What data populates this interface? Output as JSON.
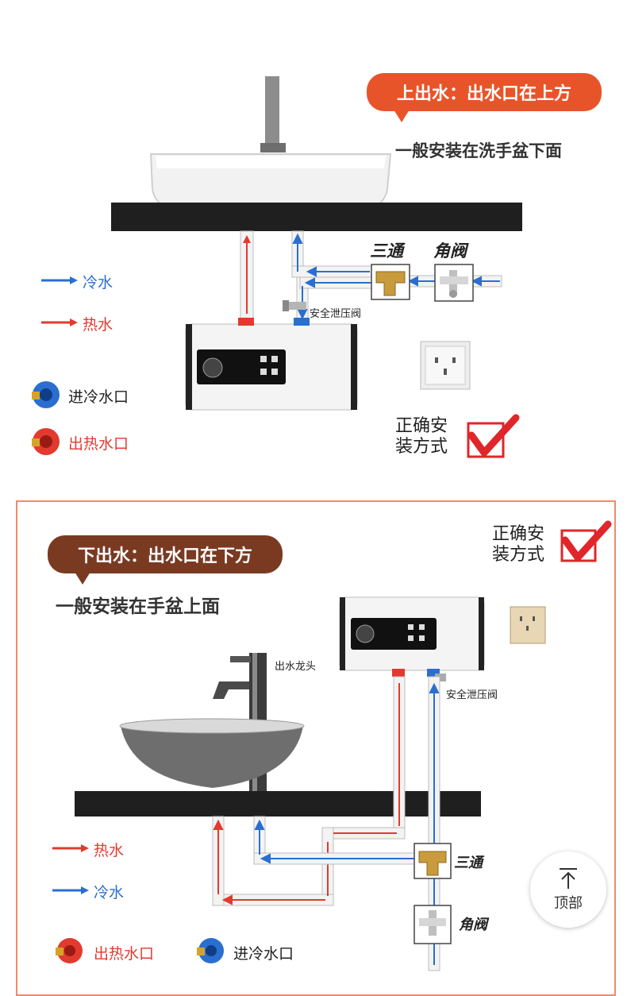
{
  "top": {
    "callout": "上出水：出水口在上方",
    "subtitle": "一般安装在洗手盆下面",
    "tee_label": "三通",
    "valve_label": "角阀",
    "safety_valve_label": "安全泄压阀",
    "legend": {
      "cold": "冷水",
      "hot": "热水",
      "cold_inlet": "进冷水口",
      "hot_outlet": "出热水口"
    },
    "correct": [
      "正确安",
      "装方式"
    ]
  },
  "bottom": {
    "callout": "下出水：出水口在下方",
    "subtitle": "一般安装在手盆上面",
    "faucet_label": "出水龙头",
    "safety_valve_label": "安全泄压阀",
    "tee_label": "三通",
    "valve_label": "角阀",
    "legend": {
      "hot": "热水",
      "cold": "冷水",
      "hot_outlet": "出热水口",
      "cold_inlet": "进冷水口"
    },
    "correct": [
      "正确安",
      "装方式"
    ]
  },
  "scroll_top": {
    "label": "顶部",
    "icon": "arrow-up-icon"
  },
  "colors": {
    "hot": "#e23a2e",
    "cold": "#2a6fd0",
    "callout": "#e8542a",
    "callout_dark": "#7a3a22",
    "check": "#e0262a"
  }
}
